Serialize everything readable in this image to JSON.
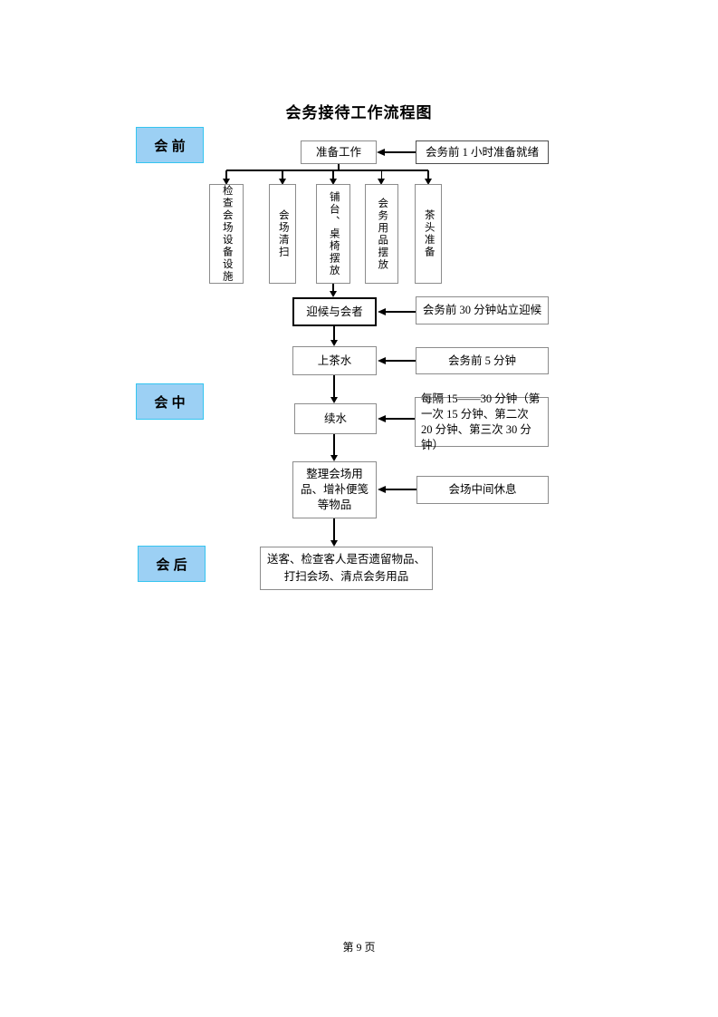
{
  "doc": {
    "title": "会务接待工作流程图"
  },
  "stages": [
    {
      "label": "会  前"
    },
    {
      "label": "会  中"
    },
    {
      "label": "会  后"
    }
  ],
  "flow": {
    "prepare": {
      "label": "准备工作",
      "note": "会务前 1 小时准备就绪"
    },
    "tasks": [
      "检查会场设备设施",
      "会场清扫",
      "铺台、桌椅摆放",
      "会务用品摆放",
      "茶头准备"
    ],
    "welcome": {
      "label": "迎候与会者",
      "note": "会务前 30 分钟站立迎候"
    },
    "serve_tea": {
      "label": "上茶水",
      "note": "会务前 5 分钟"
    },
    "refill": {
      "label": "续水",
      "note": "每隔 15——30 分钟（第一次 15 分钟、第二次 20 分钟、第三次 30 分钟）"
    },
    "tidy": {
      "label": "整理会场用品、增补便笺等物品",
      "note": "会场中间休息"
    },
    "closing": {
      "label": "送客、检查客人是否遗留物品、打扫会场、清点会务用品"
    }
  },
  "footer": {
    "page_label": "第 9 页"
  },
  "colors": {
    "stage_fill": "#9CD0F4",
    "stage_border": "#35C5F0",
    "box_border": "#8C8C8C",
    "line_color": "#000000"
  }
}
